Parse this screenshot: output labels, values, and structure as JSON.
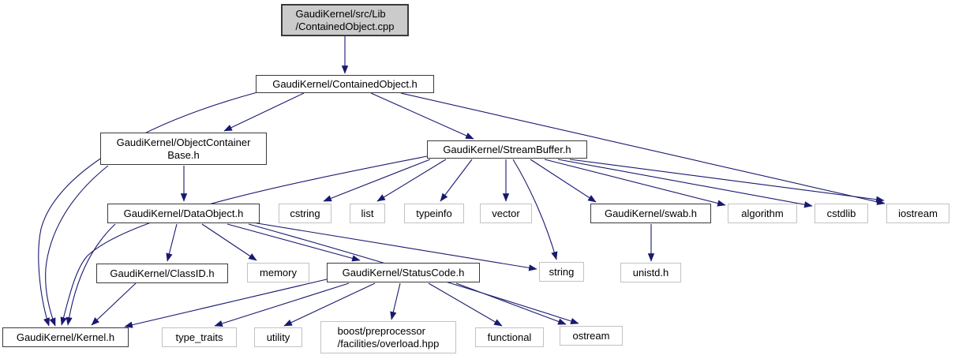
{
  "colors": {
    "background": "#ffffff",
    "edge": "#191970",
    "project_border": "#3a3a3a",
    "system_border": "#c2c2c2",
    "source_fill": "#cbcbcb",
    "node_fill": "#ffffff",
    "text": "#000000"
  },
  "diagram": {
    "type": "include-dependency-graph",
    "nodes": [
      {
        "id": "containedobject-cpp",
        "label": "GaudiKernel/src/Lib\n/ContainedObject.cpp",
        "type": "source"
      },
      {
        "id": "containedobject-h",
        "label": "GaudiKernel/ContainedObject.h",
        "type": "project"
      },
      {
        "id": "objectcontainerbase-h",
        "label": "GaudiKernel/ObjectContainer\nBase.h",
        "type": "project"
      },
      {
        "id": "streambuffer-h",
        "label": "GaudiKernel/StreamBuffer.h",
        "type": "project"
      },
      {
        "id": "dataobject-h",
        "label": "GaudiKernel/DataObject.h",
        "type": "project"
      },
      {
        "id": "cstring",
        "label": "cstring",
        "type": "system"
      },
      {
        "id": "list",
        "label": "list",
        "type": "system"
      },
      {
        "id": "typeinfo",
        "label": "typeinfo",
        "type": "system"
      },
      {
        "id": "vector",
        "label": "vector",
        "type": "system"
      },
      {
        "id": "swab-h",
        "label": "GaudiKernel/swab.h",
        "type": "project"
      },
      {
        "id": "algorithm",
        "label": "algorithm",
        "type": "system"
      },
      {
        "id": "cstdlib",
        "label": "cstdlib",
        "type": "system"
      },
      {
        "id": "iostream",
        "label": "iostream",
        "type": "system"
      },
      {
        "id": "classid-h",
        "label": "GaudiKernel/ClassID.h",
        "type": "project"
      },
      {
        "id": "memory",
        "label": "memory",
        "type": "system"
      },
      {
        "id": "statuscode-h",
        "label": "GaudiKernel/StatusCode.h",
        "type": "project"
      },
      {
        "id": "string",
        "label": "string",
        "type": "system"
      },
      {
        "id": "unistd-h",
        "label": "unistd.h",
        "type": "system"
      },
      {
        "id": "kernel-h",
        "label": "GaudiKernel/Kernel.h",
        "type": "project"
      },
      {
        "id": "type-traits",
        "label": "type_traits",
        "type": "system"
      },
      {
        "id": "utility",
        "label": "utility",
        "type": "system"
      },
      {
        "id": "boost-overload",
        "label": "boost/preprocessor\n/facilities/overload.hpp",
        "type": "system"
      },
      {
        "id": "functional",
        "label": "functional",
        "type": "system"
      },
      {
        "id": "ostream",
        "label": "ostream",
        "type": "system"
      }
    ],
    "edges": [
      {
        "from": "containedobject-cpp",
        "to": "containedobject-h"
      },
      {
        "from": "containedobject-h",
        "to": "objectcontainerbase-h"
      },
      {
        "from": "containedobject-h",
        "to": "streambuffer-h"
      },
      {
        "from": "containedobject-h",
        "to": "kernel-h"
      },
      {
        "from": "containedobject-h",
        "to": "iostream"
      },
      {
        "from": "objectcontainerbase-h",
        "to": "dataobject-h"
      },
      {
        "from": "objectcontainerbase-h",
        "to": "kernel-h"
      },
      {
        "from": "streambuffer-h",
        "to": "cstring"
      },
      {
        "from": "streambuffer-h",
        "to": "list"
      },
      {
        "from": "streambuffer-h",
        "to": "typeinfo"
      },
      {
        "from": "streambuffer-h",
        "to": "vector"
      },
      {
        "from": "streambuffer-h",
        "to": "string"
      },
      {
        "from": "streambuffer-h",
        "to": "swab-h"
      },
      {
        "from": "streambuffer-h",
        "to": "algorithm"
      },
      {
        "from": "streambuffer-h",
        "to": "cstdlib"
      },
      {
        "from": "streambuffer-h",
        "to": "iostream"
      },
      {
        "from": "streambuffer-h",
        "to": "kernel-h"
      },
      {
        "from": "dataobject-h",
        "to": "classid-h"
      },
      {
        "from": "dataobject-h",
        "to": "memory"
      },
      {
        "from": "dataobject-h",
        "to": "statuscode-h"
      },
      {
        "from": "dataobject-h",
        "to": "string"
      },
      {
        "from": "dataobject-h",
        "to": "ostream"
      },
      {
        "from": "dataobject-h",
        "to": "kernel-h"
      },
      {
        "from": "classid-h",
        "to": "kernel-h"
      },
      {
        "from": "statuscode-h",
        "to": "kernel-h"
      },
      {
        "from": "statuscode-h",
        "to": "type-traits"
      },
      {
        "from": "statuscode-h",
        "to": "utility"
      },
      {
        "from": "statuscode-h",
        "to": "boost-overload"
      },
      {
        "from": "statuscode-h",
        "to": "functional"
      },
      {
        "from": "statuscode-h",
        "to": "ostream"
      },
      {
        "from": "swab-h",
        "to": "unistd-h"
      }
    ]
  }
}
